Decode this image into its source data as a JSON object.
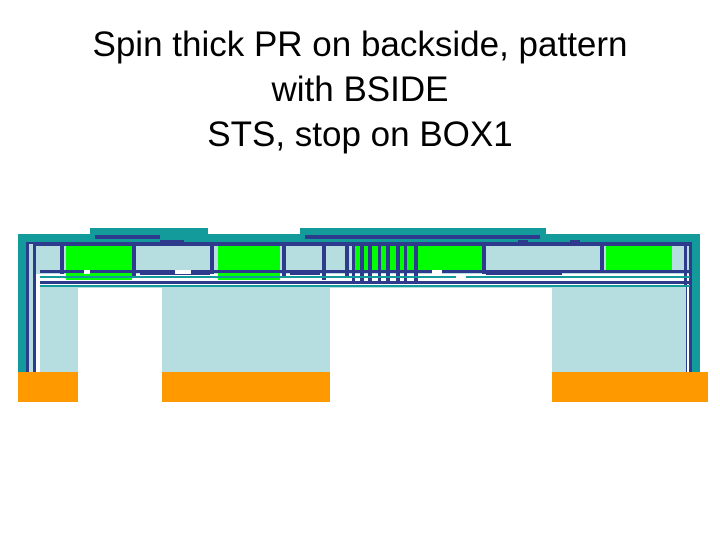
{
  "title": {
    "lines": [
      "Spin thick PR on backside, pattern",
      "with BSIDE",
      "STS, stop on BOX1"
    ]
  },
  "colors": {
    "photoresist_orange": "#ff9900",
    "silicon_lightblue": "#b6dde0",
    "metal_darkblue": "#2e3a8c",
    "oxide_teal": "#139b9b",
    "green": "#00ff00",
    "background": "#ffffff"
  }
}
